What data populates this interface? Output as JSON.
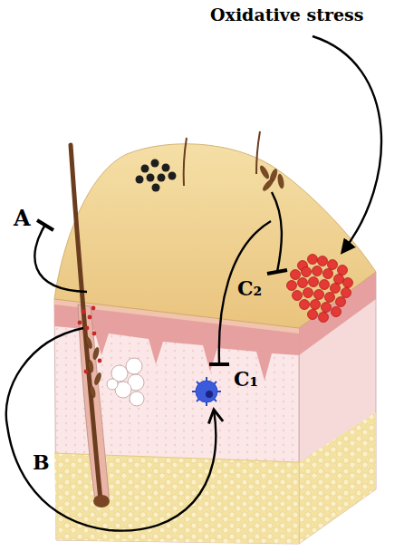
{
  "diagram": {
    "labels": [
      "Oxidative stress",
      "A",
      "C₂",
      "C₁",
      "B"
    ]
  }
}
